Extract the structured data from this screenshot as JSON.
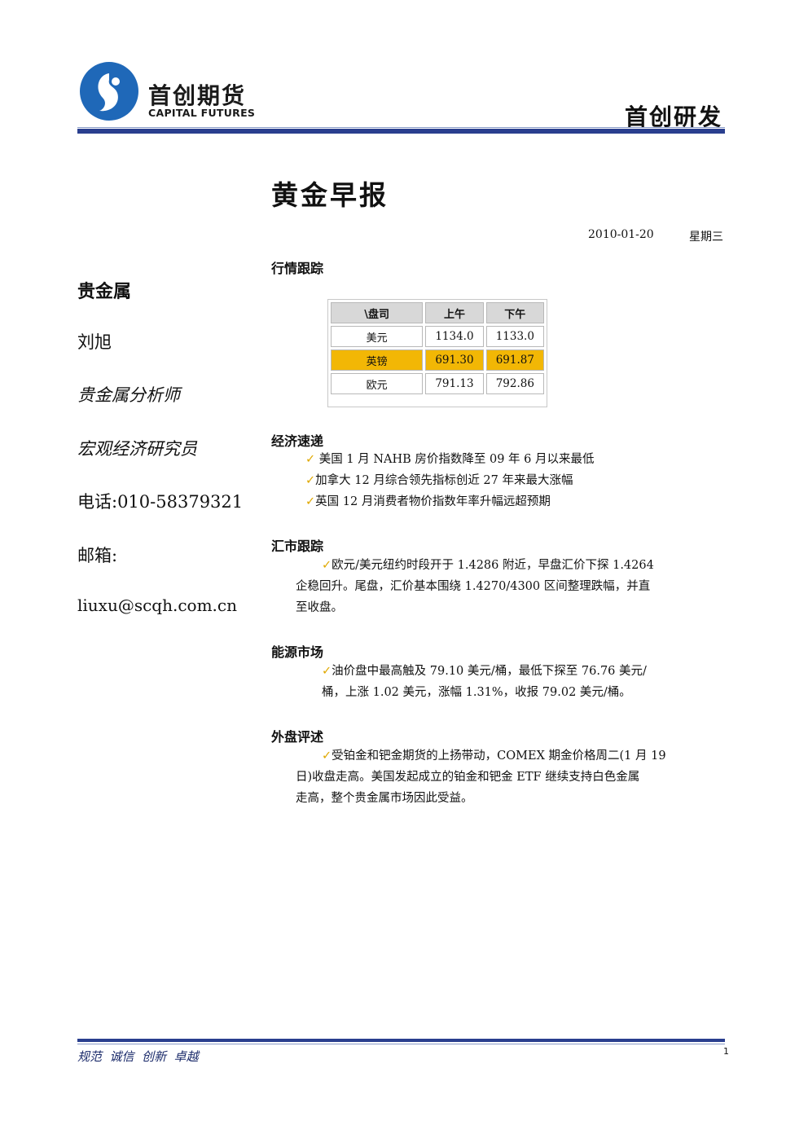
{
  "header": {
    "logo_cn": "首创期货",
    "logo_en": "CAPITAL FUTURES",
    "department": "首创研发"
  },
  "title": "黄金早报",
  "date": "2010-01-20",
  "weekday": "星期三",
  "sidebar": {
    "heading": "贵金属",
    "name": "刘旭",
    "title1": "贵金属分析师",
    "title2": "宏观经济研究员",
    "phone": "电话:010-58379321",
    "email_label": "邮箱:",
    "email": "liuxu@scqh.com.cn"
  },
  "market": {
    "heading": "行情跟踪",
    "columns": [
      "\\盘司",
      "上午",
      "下午"
    ],
    "rows": [
      {
        "name": "美元",
        "am": "1134.0",
        "pm": "1133.0"
      },
      {
        "name": "英镑",
        "am": "691.30",
        "pm": "691.87"
      },
      {
        "name": "欧元",
        "am": "791.13",
        "pm": "792.86"
      }
    ],
    "highlight_color": "#f2b705"
  },
  "economy": {
    "heading": "经济速递",
    "items": [
      " 美国 1 月 NAHB 房价指数降至 09 年 6 月以来最低",
      "加拿大 12 月综合领先指标创近 27 年来最大涨幅",
      "英国 12 月消费者物价指数年率升幅远超预期"
    ]
  },
  "fx": {
    "heading": "汇市跟踪",
    "line1": "欧元/美元纽约时段开于 1.4286 附近，早盘汇价下探 1.4264",
    "line2": "企稳回升。尾盘，汇价基本围绕 1.4270/4300 区间整理跌幅，并直",
    "line3": "至收盘。"
  },
  "energy": {
    "heading": "能源市场",
    "line1": "油价盘中最高触及 79.10 美元/桶，最低下探至 76.76 美元/",
    "line2": "桶，上涨 1.02 美元，涨幅 1.31%，收报 79.02 美元/桶。"
  },
  "overseas": {
    "heading": "外盘评述",
    "line1": "受铂金和钯金期货的上扬带动，COMEX 期金价格周二(1 月 19",
    "line2": "日)收盘走高。美国发起成立的铂金和钯金 ETF 继续支持白色金属",
    "line3": "走高，整个贵金属市场因此受益。"
  },
  "check_icon": "checkmark-icon",
  "footer": {
    "motto": "规范  诚信  创新  卓越",
    "page": "1"
  }
}
